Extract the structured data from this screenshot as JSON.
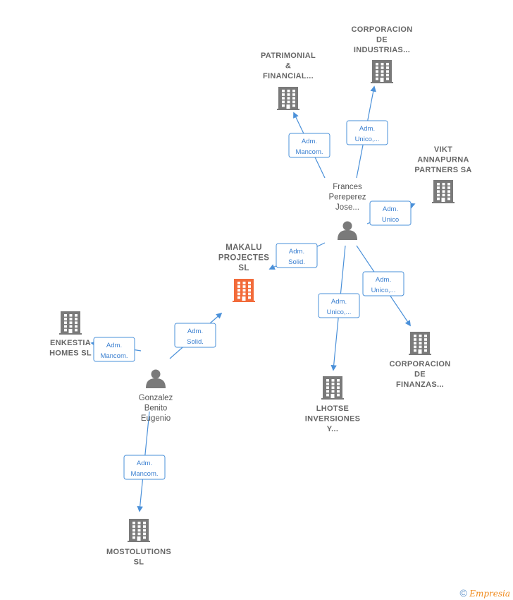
{
  "nodes": [
    {
      "id": "makalu",
      "kind": "company",
      "main": true,
      "lines": [
        "MAKALU",
        "PROJECTES",
        "SL"
      ]
    },
    {
      "id": "frances",
      "kind": "person",
      "lines": [
        "Frances",
        "Pereperez",
        "Jose..."
      ]
    },
    {
      "id": "gonzalez",
      "kind": "person",
      "lines": [
        "Gonzalez",
        "Benito",
        "Eugenio"
      ]
    },
    {
      "id": "patrimonial",
      "kind": "company",
      "lines": [
        "PATRIMONIAL",
        "&",
        "FINANCIAL..."
      ]
    },
    {
      "id": "corp_industrias",
      "kind": "company",
      "lines": [
        "CORPORACION",
        "DE",
        "INDUSTRIAS..."
      ]
    },
    {
      "id": "vikt",
      "kind": "company",
      "lines": [
        "VIKT",
        "ANNAPURNA",
        "PARTNERS SA"
      ]
    },
    {
      "id": "corp_finanzas",
      "kind": "company",
      "lines": [
        "CORPORACION",
        "DE",
        "FINANZAS..."
      ]
    },
    {
      "id": "lhotse",
      "kind": "company",
      "lines": [
        "LHOTSE",
        "INVERSIONES",
        "Y..."
      ]
    },
    {
      "id": "enkestia",
      "kind": "company",
      "lines": [
        "ENKESTIA",
        "HOMES  SL"
      ]
    },
    {
      "id": "mostolutions",
      "kind": "company",
      "lines": [
        "MOSTOLUTIONS",
        "SL"
      ]
    }
  ],
  "edges": [
    {
      "from": "frances",
      "to": "patrimonial",
      "lines": [
        "Adm.",
        "Mancom."
      ]
    },
    {
      "from": "frances",
      "to": "corp_industrias",
      "lines": [
        "Adm.",
        "Unico,..."
      ]
    },
    {
      "from": "frances",
      "to": "vikt",
      "lines": [
        "Adm.",
        "Unico"
      ]
    },
    {
      "from": "frances",
      "to": "makalu",
      "lines": [
        "Adm.",
        "Solid."
      ]
    },
    {
      "from": "frances",
      "to": "corp_finanzas",
      "lines": [
        "Adm.",
        "Unico,..."
      ]
    },
    {
      "from": "frances",
      "to": "lhotse",
      "lines": [
        "Adm.",
        "Unico,..."
      ]
    },
    {
      "from": "gonzalez",
      "to": "makalu",
      "lines": [
        "Adm.",
        "Solid."
      ]
    },
    {
      "from": "gonzalez",
      "to": "enkestia",
      "lines": [
        "Adm.",
        "Mancom."
      ]
    },
    {
      "from": "gonzalez",
      "to": "mostolutions",
      "lines": [
        "Adm.",
        "Mancom."
      ]
    }
  ],
  "colors": {
    "main_company": "#f26b3a",
    "company": "#7a7a7a",
    "person": "#7a7a7a",
    "edge": "#4a90d9"
  },
  "icons": {
    "company": "building-icon",
    "person": "person-icon"
  },
  "footer": {
    "copyright": "©",
    "brand": "Empresia"
  }
}
